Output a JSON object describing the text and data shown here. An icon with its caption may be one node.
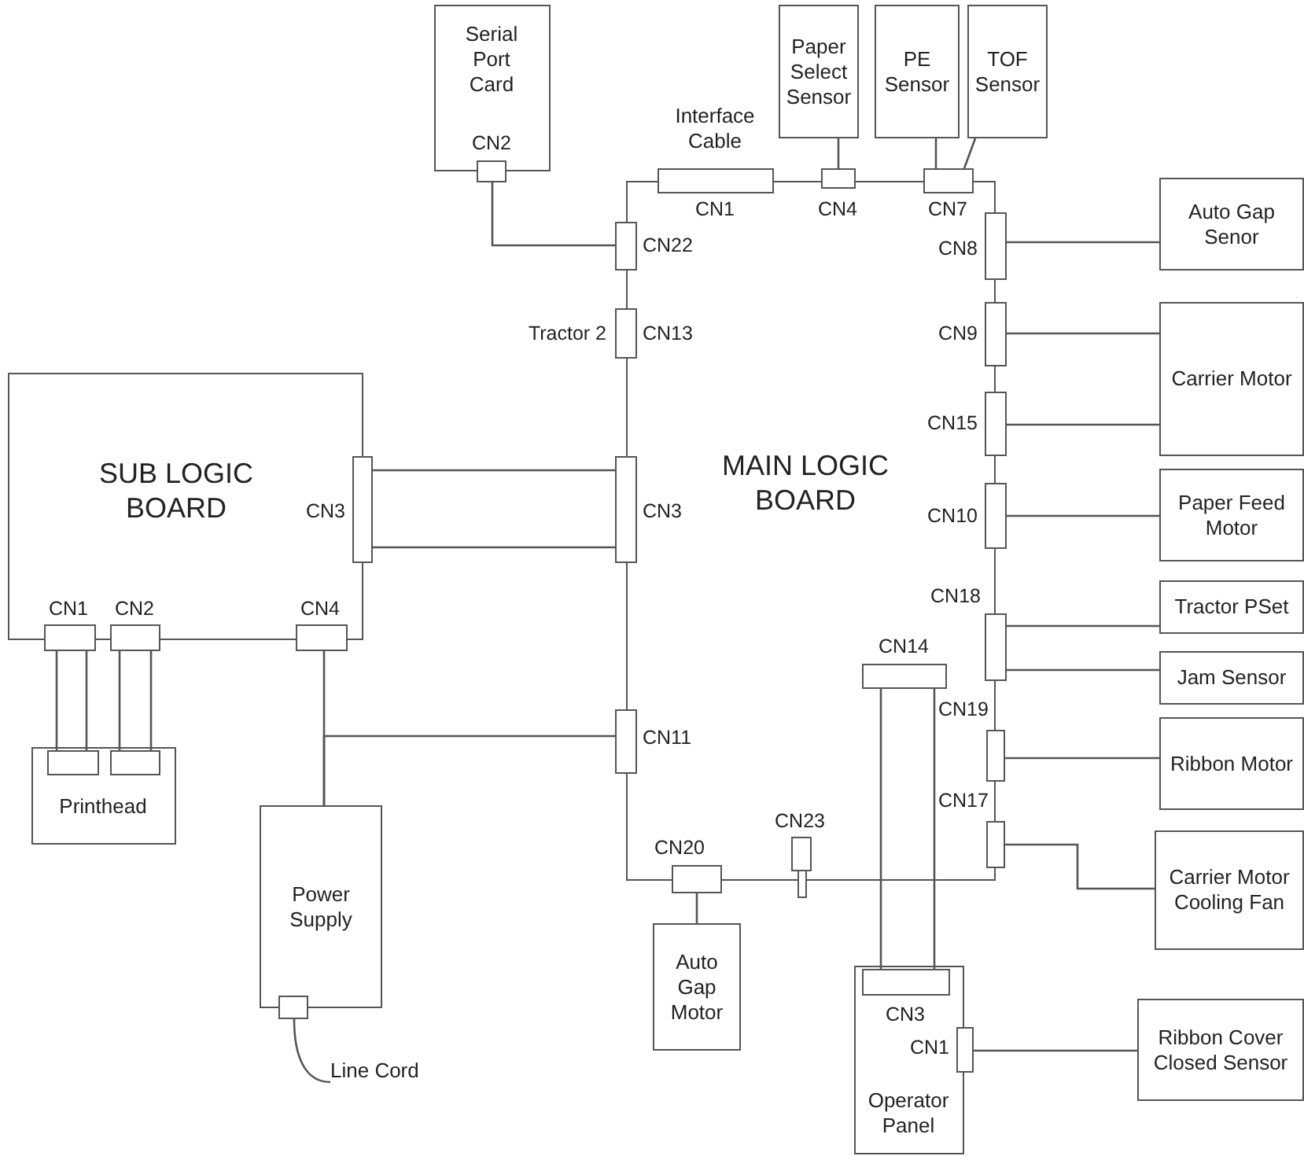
{
  "diagram": {
    "nodes": [
      {
        "text": [
          "Serial Port Card"
        ]
      },
      {
        "text": [
          "CN2"
        ],
        "in": 0
      },
      {
        "text": [
          "MAIN LOGIC BOARD"
        ]
      },
      {
        "text": [
          "Paper Select Sensor"
        ]
      },
      {
        "text": [
          "PE Sensor"
        ]
      },
      {
        "text": [
          "TOF Sensor"
        ]
      },
      {
        "text": [
          "Interface Cable",
          "CN1"
        ],
        "in": 2
      },
      {
        "text": [
          "CN4"
        ],
        "in": 2
      },
      {
        "text": [
          "CN7"
        ],
        "in": 2
      },
      {
        "text": [
          "CN22"
        ],
        "in": 2
      },
      {
        "text": [
          "CN8"
        ],
        "in": 2
      },
      {
        "text": [
          "Auto Gap Senor"
        ]
      },
      {
        "text": [
          "CN13"
        ],
        "beside": [
          "Tractor 2"
        ],
        "in": 2
      },
      {
        "text": [
          "CN9"
        ],
        "in": 2
      },
      {
        "text": [
          "Carrier Motor"
        ]
      },
      {
        "text": [
          "CN15"
        ],
        "in": 2
      },
      {
        "text": [
          "SUB LOGIC BOARD"
        ]
      },
      {
        "text": [
          "CN3"
        ],
        "in": 16
      },
      {
        "text": [
          "CN3"
        ],
        "in": 2
      },
      {
        "text": [
          "CN10"
        ],
        "in": 2
      },
      {
        "text": [
          "Paper Feed Motor"
        ]
      },
      {
        "text": [
          "CN18"
        ],
        "in": 2
      },
      {
        "text": [
          "Tractor PSet"
        ]
      },
      {
        "text": [
          "Jam Sensor"
        ]
      },
      {
        "text": [
          "CN1"
        ],
        "in": 16
      },
      {
        "text": [
          "CN2"
        ],
        "in": 16
      },
      {
        "text": [
          "CN4"
        ],
        "in": 16
      },
      {
        "text": [
          "CN14"
        ],
        "in": 2
      },
      {
        "text": [
          "CN19"
        ],
        "in": 2
      },
      {
        "text": [
          "Ribbon Motor"
        ]
      },
      {
        "text": [
          "Printhead"
        ]
      },
      {
        "text": [],
        "shape": "box",
        "in": 30
      },
      {
        "text": [],
        "shape": "box",
        "in": 30
      },
      {
        "text": [
          "CN11"
        ],
        "in": 2
      },
      {
        "text": [
          "Power Supply"
        ]
      },
      {
        "text": [
          "CN20"
        ],
        "in": 2
      },
      {
        "text": [
          "CN23"
        ],
        "in": 2
      },
      {
        "text": [
          "CN17"
        ],
        "in": 2
      },
      {
        "text": [
          "Carrier Motor Cooling Fan"
        ]
      },
      {
        "text": [
          "Auto Gap Motor"
        ]
      },
      {
        "text": [
          "Operator Panel"
        ]
      },
      {
        "text": [
          "CN3"
        ],
        "in": 40
      },
      {
        "text": [
          "CN1"
        ],
        "in": 40
      },
      {
        "text": [
          "Ribbon Cover Closed Sensor"
        ]
      },
      {
        "text": [],
        "shape": "box",
        "in": 34
      },
      {
        "text": [
          "Line Cord"
        ]
      }
    ],
    "edges": [
      {
        "from": 1,
        "to": 9,
        "arrow": "none"
      },
      {
        "from": 3,
        "to": 7,
        "arrow": "none"
      },
      {
        "from": 4,
        "to": 8,
        "arrow": "none"
      },
      {
        "from": 5,
        "to": 8,
        "arrow": "none"
      },
      {
        "from": 10,
        "to": 11,
        "arrow": "none"
      },
      {
        "from": 13,
        "to": 14,
        "arrow": "none"
      },
      {
        "from": 15,
        "to": 14,
        "arrow": "none"
      },
      {
        "from": 17,
        "to": 18,
        "arrow": "none"
      },
      {
        "from": 19,
        "to": 20,
        "arrow": "none"
      },
      {
        "from": 21,
        "to": 22,
        "arrow": "none"
      },
      {
        "from": 21,
        "to": 23,
        "arrow": "none"
      },
      {
        "from": 24,
        "to": 31,
        "arrow": "none"
      },
      {
        "from": 25,
        "to": 32,
        "arrow": "none"
      },
      {
        "from": 34,
        "to": 26,
        "arrow": "none"
      },
      {
        "from": 34,
        "to": 33,
        "arrow": "none"
      },
      {
        "from": 28,
        "to": 29,
        "arrow": "none"
      },
      {
        "from": 37,
        "to": 38,
        "arrow": "none"
      },
      {
        "from": 35,
        "to": 39,
        "arrow": "none"
      },
      {
        "from": 27,
        "to": 41,
        "arrow": "none"
      },
      {
        "from": 42,
        "to": 43,
        "arrow": "none"
      },
      {
        "from": 44,
        "to": 45,
        "arrow": "none"
      }
    ]
  }
}
